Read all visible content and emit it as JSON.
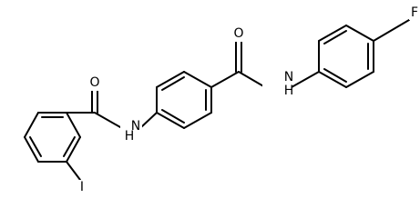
{
  "molecule": {
    "atom_labels": {
      "fluorine": "F",
      "nh_right": "N",
      "h_right": "H",
      "o_right": "O",
      "o_left": "O",
      "nh_left": "N",
      "h_left": "H",
      "iodine": "I"
    }
  }
}
